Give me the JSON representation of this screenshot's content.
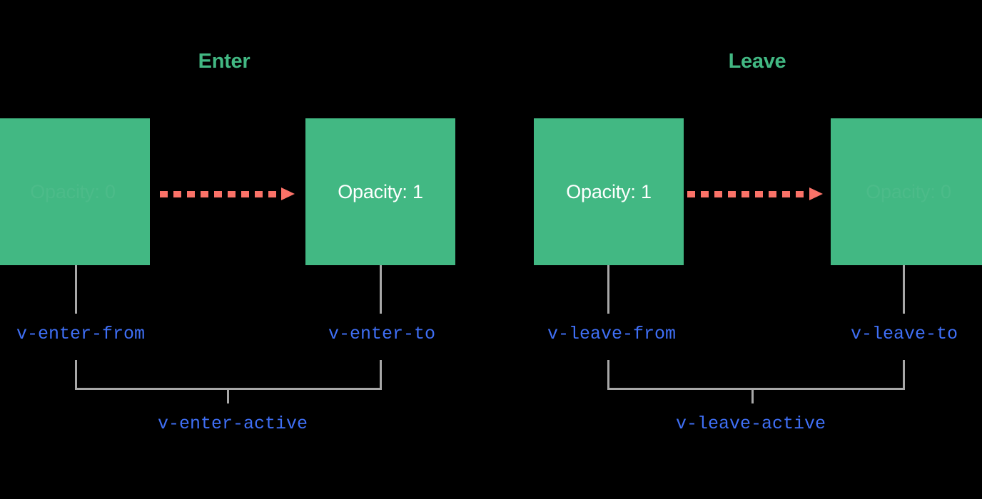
{
  "diagram": {
    "title_enter": "Enter",
    "title_leave": "Leave",
    "accent_green": "#42b883",
    "accent_red": "#fa7268",
    "accent_blue": "#3f6ff5",
    "connector_gray": "#a8a8a8",
    "background": "#000000"
  },
  "groups": [
    {
      "name": "enter",
      "heading": "Enter",
      "from_box": {
        "label": "Opacity: 0",
        "state": "faint"
      },
      "to_box": {
        "label": "Opacity: 1",
        "state": "solid"
      },
      "from_class": "v-enter-from",
      "to_class": "v-enter-to",
      "active_class": "v-enter-active",
      "arrow": "dashed-arrow-right-icon"
    },
    {
      "name": "leave",
      "heading": "Leave",
      "from_box": {
        "label": "Opacity: 1",
        "state": "solid"
      },
      "to_box": {
        "label": "Opacity: 0",
        "state": "faint"
      },
      "from_class": "v-leave-from",
      "to_class": "v-leave-to",
      "active_class": "v-leave-active",
      "arrow": "dashed-arrow-right-icon"
    }
  ]
}
